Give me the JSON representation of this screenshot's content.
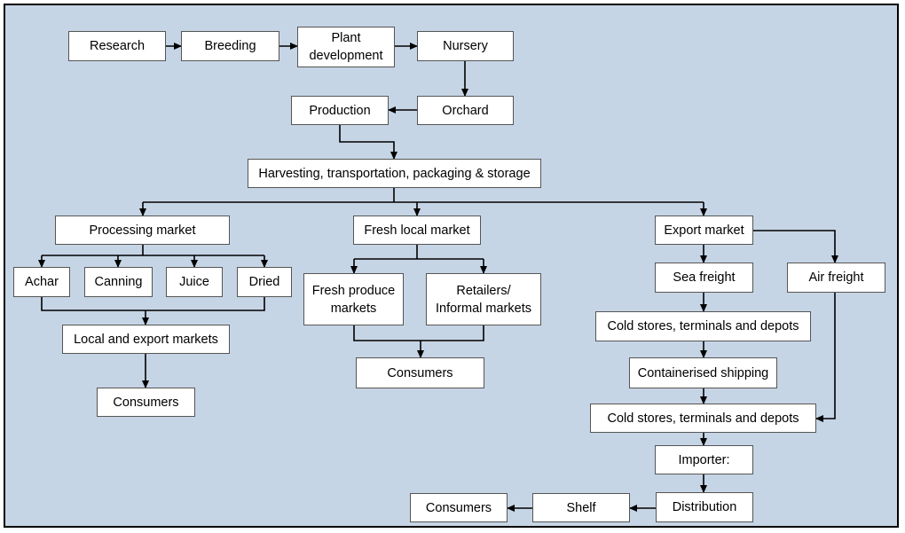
{
  "caption": "",
  "nodes": {
    "research": "Research",
    "breeding": "Breeding",
    "plant_development": "Plant\ndevelopment",
    "nursery": "Nursery",
    "orchard": "Orchard",
    "production": "Production",
    "harvesting": "Harvesting, transportation, packaging & storage",
    "processing_market": "Processing market",
    "fresh_local_market": "Fresh local market",
    "export_market": "Export market",
    "achar": "Achar",
    "canning": "Canning",
    "juice": "Juice",
    "dried": "Dried",
    "local_export_markets": "Local and export markets",
    "consumers_processing": "Consumers",
    "fresh_produce_markets": "Fresh produce\nmarkets",
    "retailers": "Retailers/\nInformal markets",
    "consumers_local": "Consumers",
    "sea_freight": "Sea freight",
    "air_freight": "Air freight",
    "cold_stores_1": "Cold stores, terminals and depots",
    "containerised_shipping": "Containerised shipping",
    "cold_stores_2": "Cold stores, terminals and depots",
    "importer": "Importer:",
    "distribution": "Distribution",
    "shelf": "Shelf",
    "consumers_export": "Consumers"
  }
}
